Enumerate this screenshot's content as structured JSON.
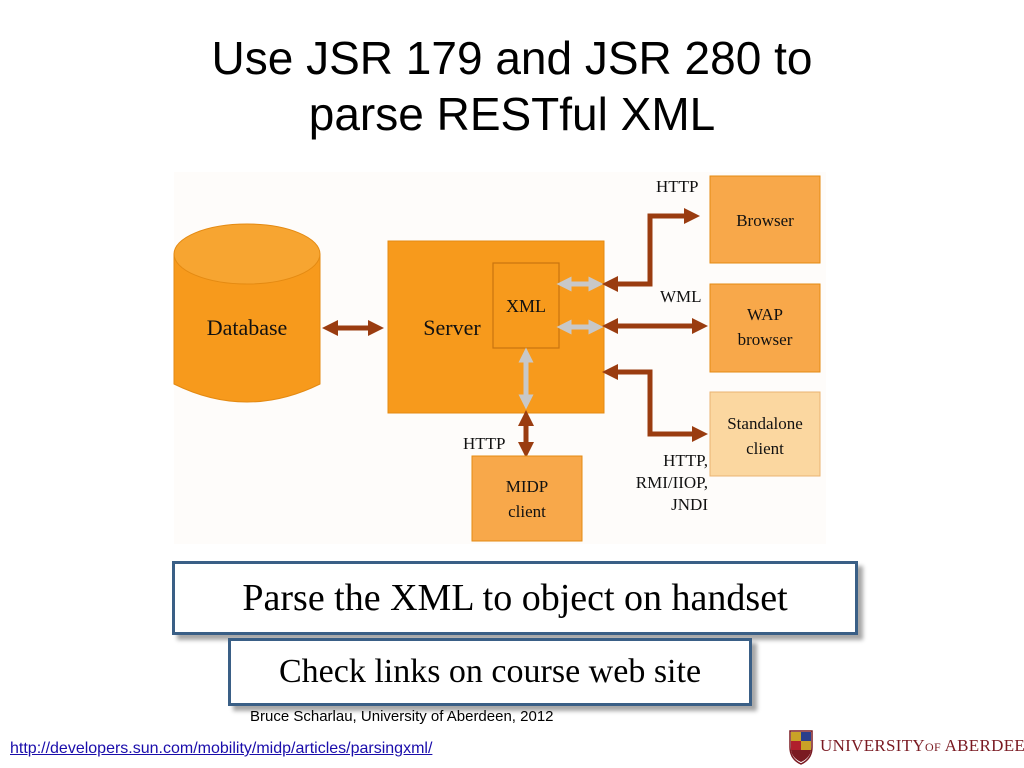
{
  "title": {
    "line1": "Use JSR 179 and JSR 280 to",
    "line2": "parse RESTful XML"
  },
  "diagram": {
    "database": "Database",
    "server": "Server",
    "xml": "XML",
    "browser": "Browser",
    "wap_browser_line1": "WAP",
    "wap_browser_line2": "browser",
    "standalone_line1": "Standalone",
    "standalone_line2": "client",
    "midp_line1": "MIDP",
    "midp_line2": "client",
    "label_http_top": "HTTP",
    "label_wml": "WML",
    "label_http_midp": "HTTP",
    "label_multi_line1": "HTTP,",
    "label_multi_line2": "RMI/IIOP,",
    "label_multi_line3": "JNDI"
  },
  "callouts": {
    "parse": "Parse the XML to object on handset",
    "check": "Check links on course web site"
  },
  "credit": "Bruce Scharlau, University of Aberdeen, 2012",
  "link": "http://developers.sun.com/mobility/midp/articles/parsingxml/",
  "logo": {
    "university": "UNIVERSITY",
    "of": "OF",
    "aberdeen": "ABERDEEN"
  },
  "colors": {
    "orange": "#f79a1c",
    "orange_light": "#fbd7a0",
    "arrow_brown": "#9a3c10",
    "arrow_grey": "#c8c8c8",
    "callout_border": "#3a5f86"
  }
}
